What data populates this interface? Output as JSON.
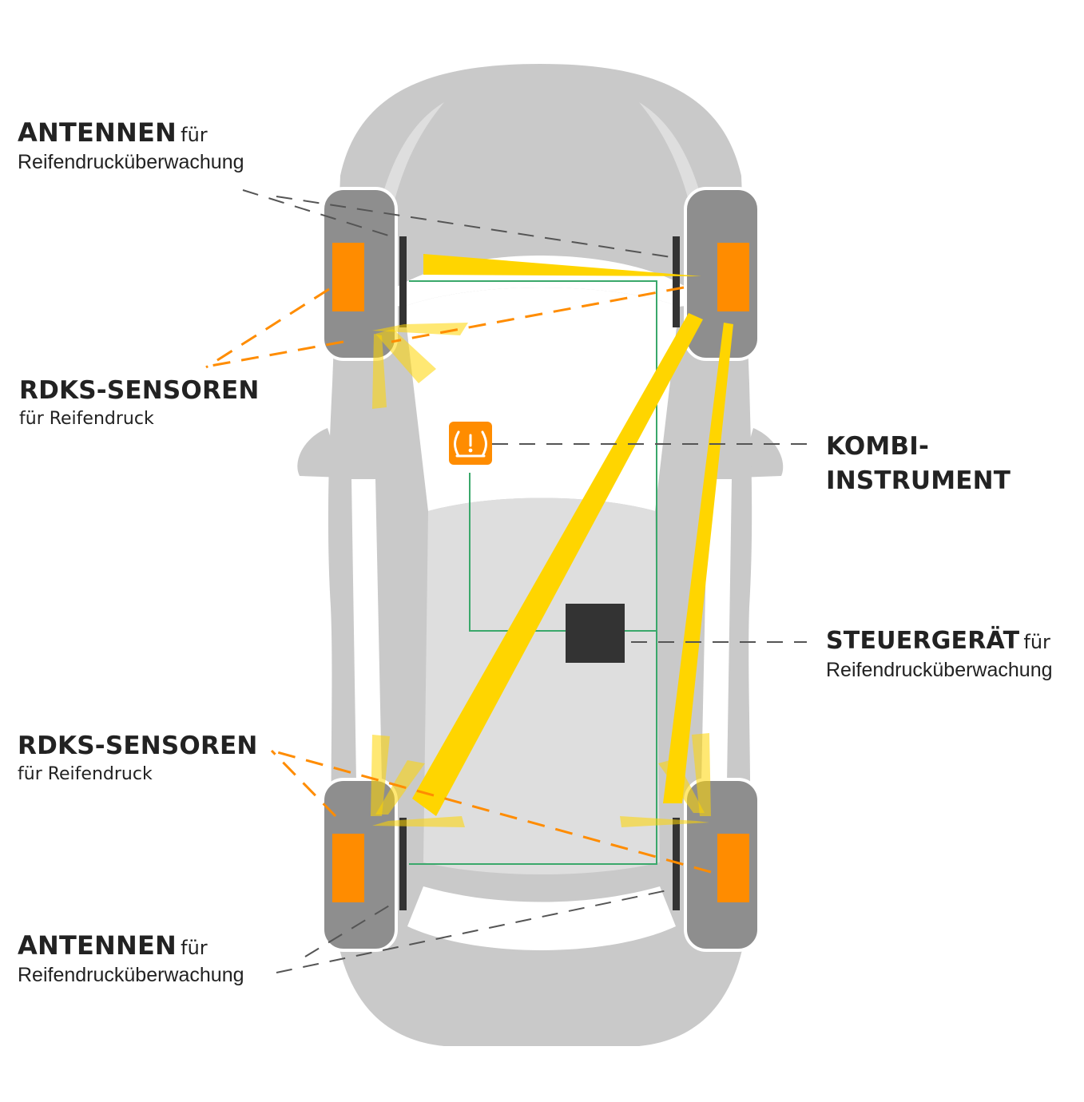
{
  "colors": {
    "car_body": "#c9c9c9",
    "car_light": "#dedede",
    "wheel": "#8e8e8e",
    "sensor": "#ff8c00",
    "signal": "#ffd500",
    "bus_line": "#3aa86b",
    "dashed_line": "#555555",
    "control_unit": "#333333",
    "text": "#222222"
  },
  "icons": {
    "dashboard_warning": "tire-pressure-warning-icon"
  },
  "labels": {
    "antennen_top": {
      "title": "ANTENNEN",
      "suffix": "für",
      "sub": "Reifendrucküberwachung"
    },
    "rdks_top": {
      "title": "RDKS-SENSOREN",
      "sub": "für Reifendruck"
    },
    "kombi": {
      "line1": "KOMBI-",
      "line2": "INSTRUMENT"
    },
    "steuer": {
      "title": "STEUERGERÄT",
      "suffix": "für",
      "sub": "Reifendrucküberwachung"
    },
    "rdks_bottom": {
      "title": "RDKS-SENSOREN",
      "sub": "für Reifendruck"
    },
    "antennen_bottom": {
      "title": "ANTENNEN",
      "suffix": "für",
      "sub": "Reifendrucküberwachung"
    }
  }
}
